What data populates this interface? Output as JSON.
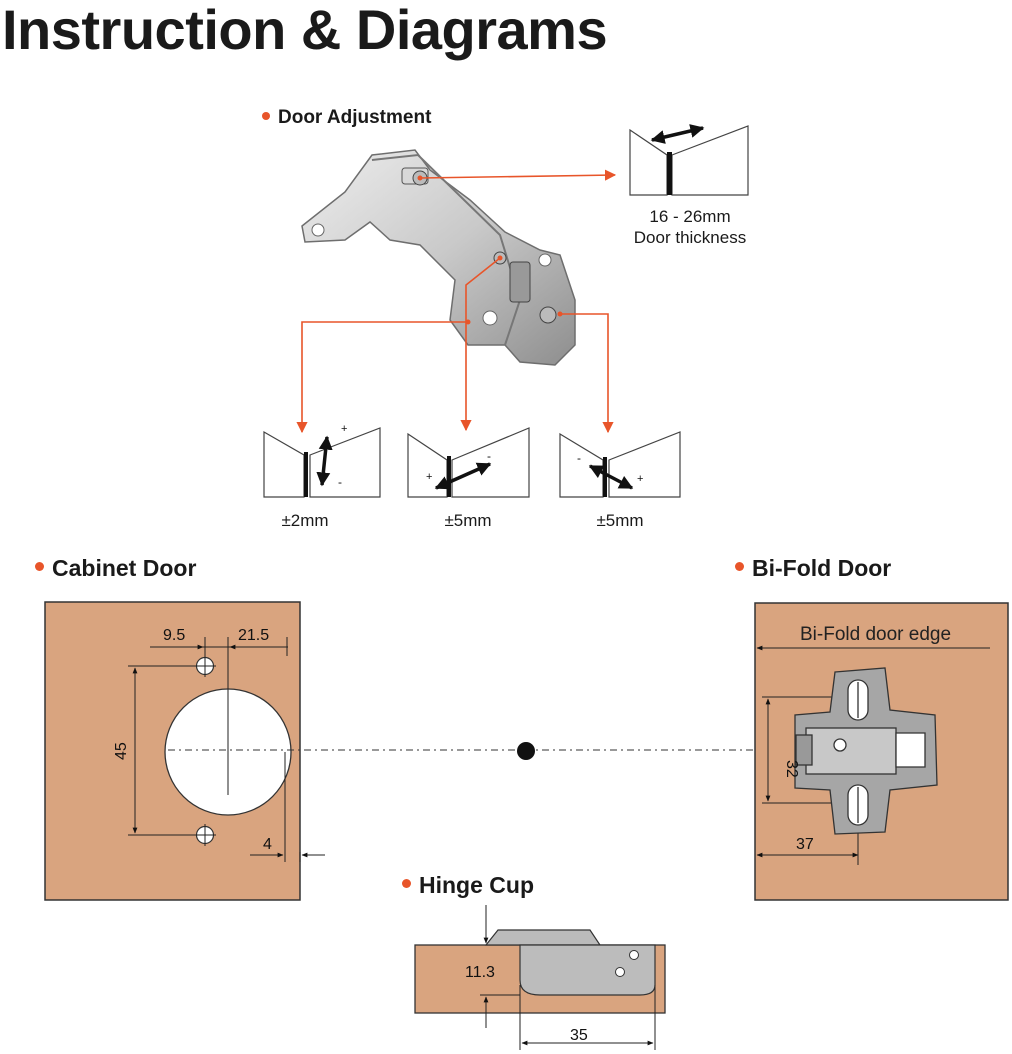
{
  "page_title": "Instruction & Diagrams",
  "sections": {
    "door_adjustment": "Door Adjustment",
    "cabinet_door": "Cabinet Door",
    "bifold_door": "Bi-Fold Door",
    "hinge_cup": "Hinge Cup"
  },
  "door_thickness": {
    "range": "16 - 26mm",
    "label": "Door thickness"
  },
  "adjustments": [
    "±2mm",
    "±5mm",
    "±5mm"
  ],
  "cabinet_dims": {
    "d1": "9.5",
    "d2": "21.5",
    "d3": "45",
    "d4": "4"
  },
  "bifold_dims": {
    "edge_label": "Bi-Fold door edge",
    "d1": "32",
    "d2": "37"
  },
  "hinge_cup_dims": {
    "depth": "11.3",
    "width": "35"
  },
  "signs": {
    "plus": "+",
    "minus": "-"
  },
  "colors": {
    "accent": "#e8552a",
    "wood": "#d9a47f",
    "steel": "#b8b8b8"
  }
}
